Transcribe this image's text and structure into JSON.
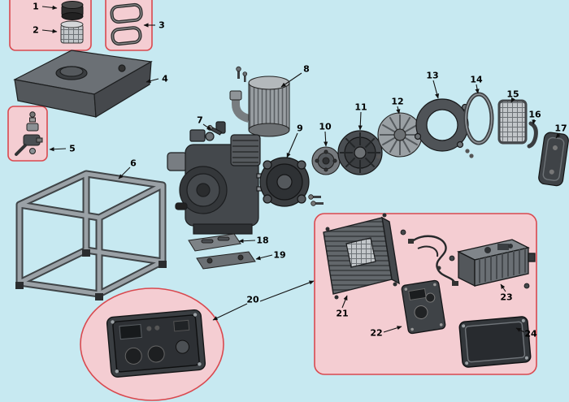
{
  "colors": {
    "background": "#c7e9f1",
    "callout_fill": "#f4cdd2",
    "callout_border": "#d9494f",
    "leader_line": "#141414",
    "label_color": "#000000"
  },
  "part_labels": [
    "1",
    "2",
    "3",
    "4",
    "5",
    "6",
    "7",
    "8",
    "9",
    "10",
    "11",
    "12",
    "13",
    "14",
    "15",
    "16",
    "17",
    "18",
    "19",
    "20",
    "21",
    "22",
    "23",
    "24"
  ]
}
